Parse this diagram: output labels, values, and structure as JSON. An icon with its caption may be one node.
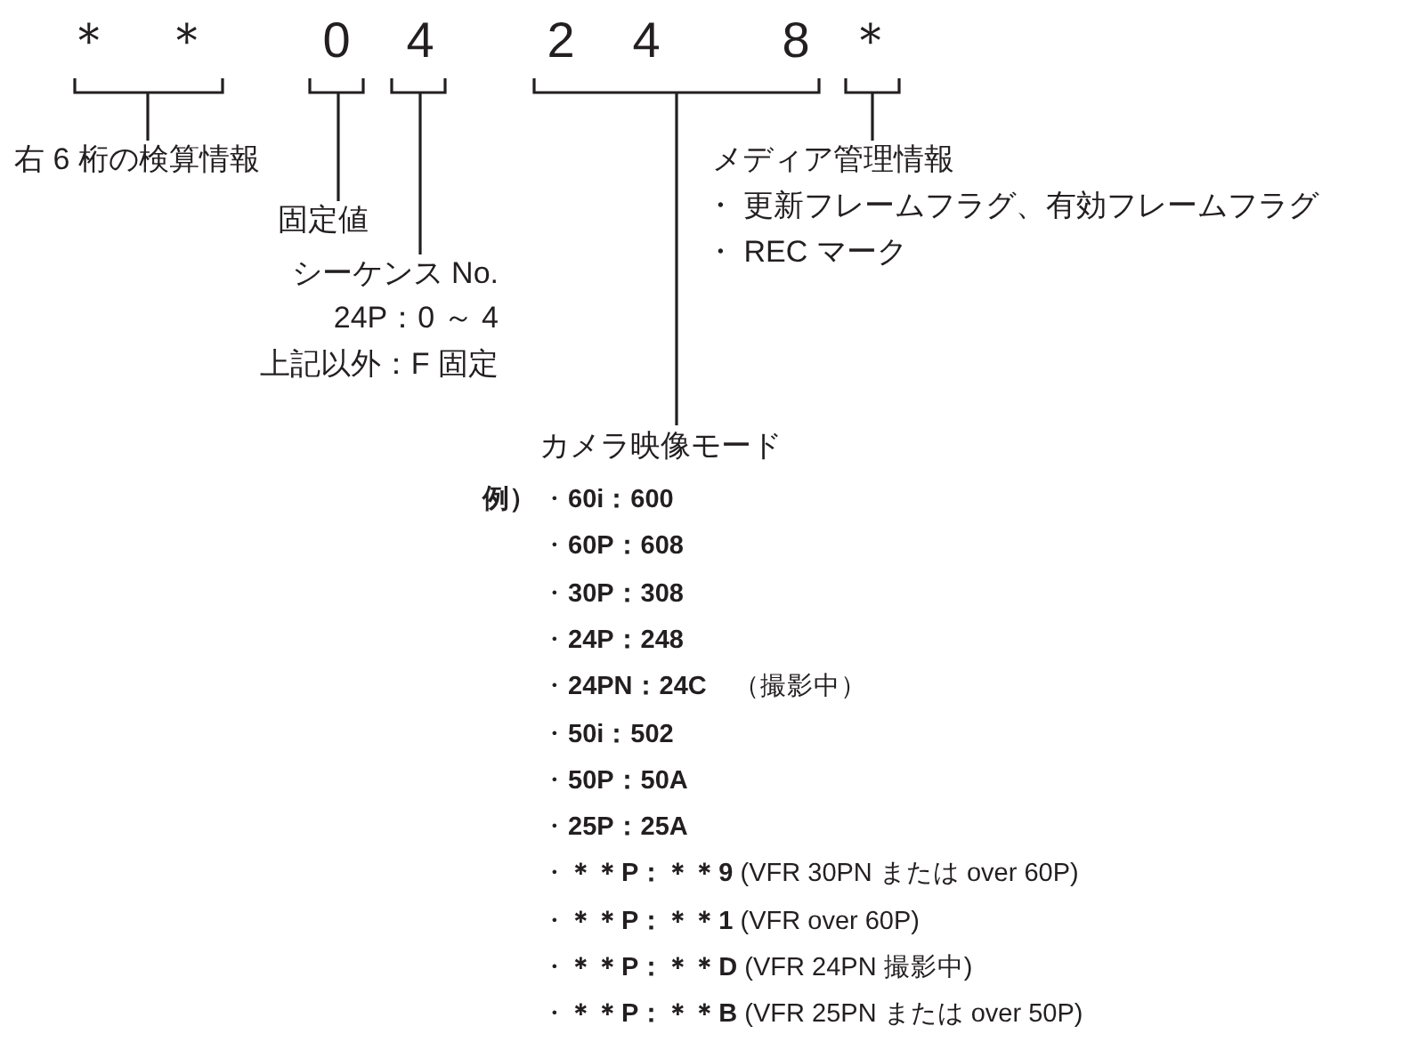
{
  "diagram": {
    "nodes": [
      {
        "text": [
          "＊",
          "＊"
        ]
      },
      {
        "text": [
          "0"
        ]
      },
      {
        "text": [
          "4"
        ]
      },
      {
        "text": [
          "2",
          "4",
          "8"
        ]
      },
      {
        "text": [
          "＊"
        ]
      },
      {
        "text": [
          "右 6 桁の検算情報"
        ]
      },
      {
        "text": [
          "固定値"
        ]
      },
      {
        "text": [
          "シーケンス No.",
          "24P：0 ～ 4",
          "上記以外：F 固定"
        ]
      },
      {
        "text": [
          "メディア管理情報",
          "・ 更新フレームフラグ、有効フレームフラグ",
          "・ REC マーク"
        ]
      },
      {
        "text": [
          "カメラ映像モード",
          "例）",
          "・**60i：600**",
          "・**60P：608**",
          "・**30P：308**",
          "・**24P：248**",
          "・**24PN：24C**　（撮影中）",
          "・**50i：502**",
          "・**50P：50A**",
          "・**25P：25A**",
          "・**＊＊P：＊＊9** (VFR 30PN または over 60P)",
          "・**＊＊P：＊＊1** (VFR over 60P)",
          "・**＊＊P：＊＊D** (VFR 24PN 撮影中)",
          "・**＊＊P：＊＊B** (VFR 25PN または over 50P)"
        ]
      }
    ],
    "edges": [
      {
        "from": 0,
        "to": 5,
        "arrow": "none"
      },
      {
        "from": 1,
        "to": 6,
        "arrow": "none"
      },
      {
        "from": 2,
        "to": 7,
        "arrow": "none"
      },
      {
        "from": 3,
        "to": 9,
        "arrow": "none"
      },
      {
        "from": 4,
        "to": 8,
        "arrow": "none"
      }
    ]
  }
}
